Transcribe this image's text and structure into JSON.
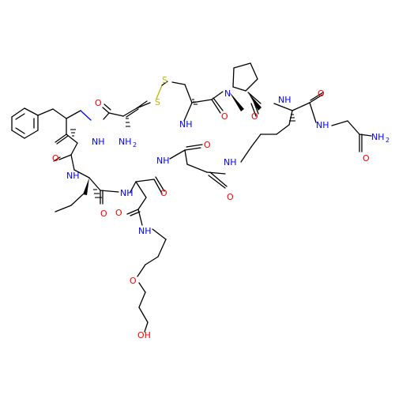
{
  "colors": {
    "bond": "#000000",
    "oxygen": "#ff0000",
    "nitrogen": "#0000ff",
    "sulfur": "#b8b800"
  },
  "atom_labels": {
    "S1": "S",
    "S2": "S",
    "NH2_terminal": "NH",
    "NH2_terminal_sub": "2",
    "NH_cys2": "NH",
    "O_cys2": "O",
    "N_pro": "N",
    "O_pro": "O",
    "NH_orn": "NH",
    "O_orn": "O",
    "NH_gly": "NH",
    "NH2_gly": "NH",
    "NH2_gly_sub": "2",
    "O_gly": "O",
    "NH_cys1": "NH",
    "O_cys1": "O",
    "NH_phe": "NH",
    "O_phe": "O",
    "NH_ile": "NH",
    "O_ile": "O",
    "NH_asn": "NH",
    "O_asn": "O",
    "NH_asp": "NH",
    "O_asp": "O",
    "NH_orn_chain": "NH",
    "O_asn_side": "O",
    "NH_peg": "NH",
    "O_peg": "O",
    "OH_peg": "OH"
  }
}
